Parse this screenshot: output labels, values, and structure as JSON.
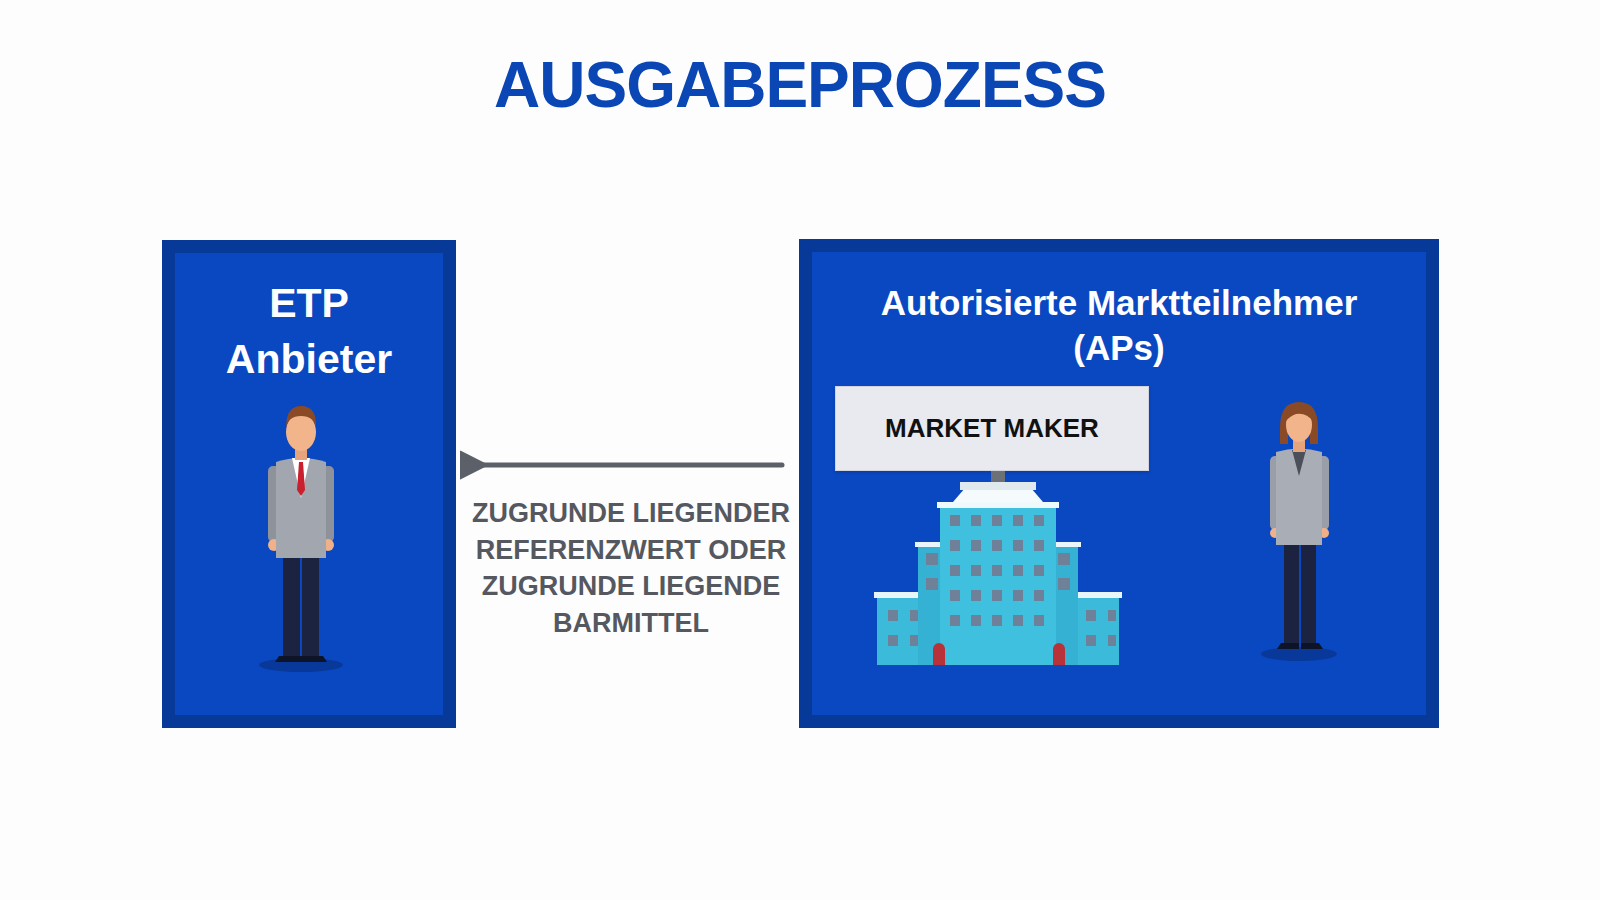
{
  "diagram": {
    "title": "AUSGABEPROZESS",
    "nodes": [
      {
        "text": [
          "ETP Anbieter"
        ]
      },
      {
        "text": [
          "Autorisierte Marktteilnehmer (APs)"
        ]
      },
      {
        "text": [
          "MARKET MAKER"
        ],
        "in": 1
      }
    ],
    "edges": [
      {
        "from": 1,
        "to": 0,
        "arrow": "to",
        "label": "ZUGRUNDE LIEGENDER REFERENZWERT ODER ZUGRUNDE LIEGENDE BARMITTEL"
      }
    ]
  }
}
